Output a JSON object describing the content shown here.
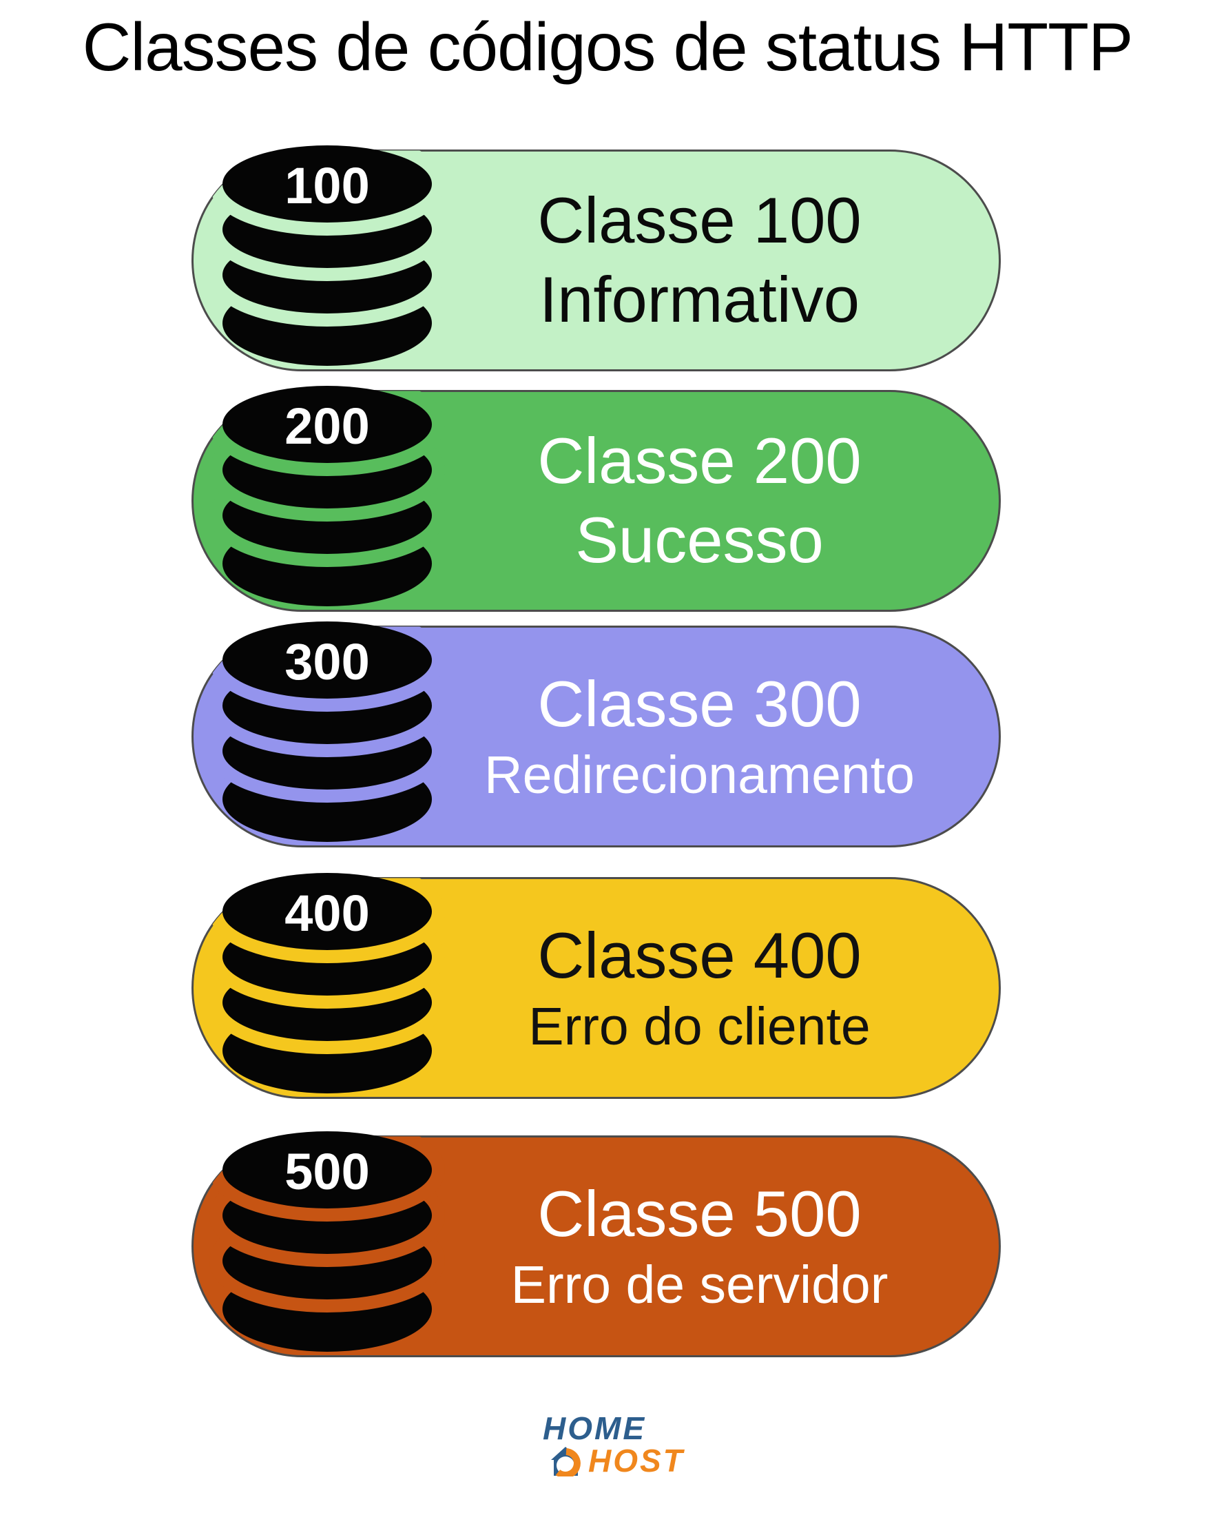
{
  "title": "Classes de códigos de status HTTP",
  "cards": [
    {
      "code": "100",
      "line1": "Classe 100",
      "line2": "Informativo",
      "bg": "#c3f1c6",
      "text_color": "#0a0a0a",
      "line2_large": true
    },
    {
      "code": "200",
      "line1": "Classe 200",
      "line2": "Sucesso",
      "bg": "#58bd5c",
      "text_color": "#ffffff",
      "line2_large": true
    },
    {
      "code": "300",
      "line1": "Classe 300",
      "line2": "Redirecionamento",
      "bg": "#9494ed",
      "text_color": "#ffffff",
      "line2_large": false
    },
    {
      "code": "400",
      "line1": "Classe 400",
      "line2": "Erro do cliente",
      "bg": "#f5c71e",
      "text_color": "#111111",
      "line2_large": false
    },
    {
      "code": "500",
      "line1": "Classe 500",
      "line2": "Erro de servidor",
      "bg": "#c65413",
      "text_color": "#ffffff",
      "line2_large": false
    }
  ],
  "icon": {
    "name": "database-stack",
    "disk_color": "#050505",
    "number_color": "#ffffff"
  },
  "logo": {
    "word1": "HOME",
    "word2": "HOST",
    "word1_color": "#2d5e8d",
    "word2_color": "#f0871d"
  }
}
